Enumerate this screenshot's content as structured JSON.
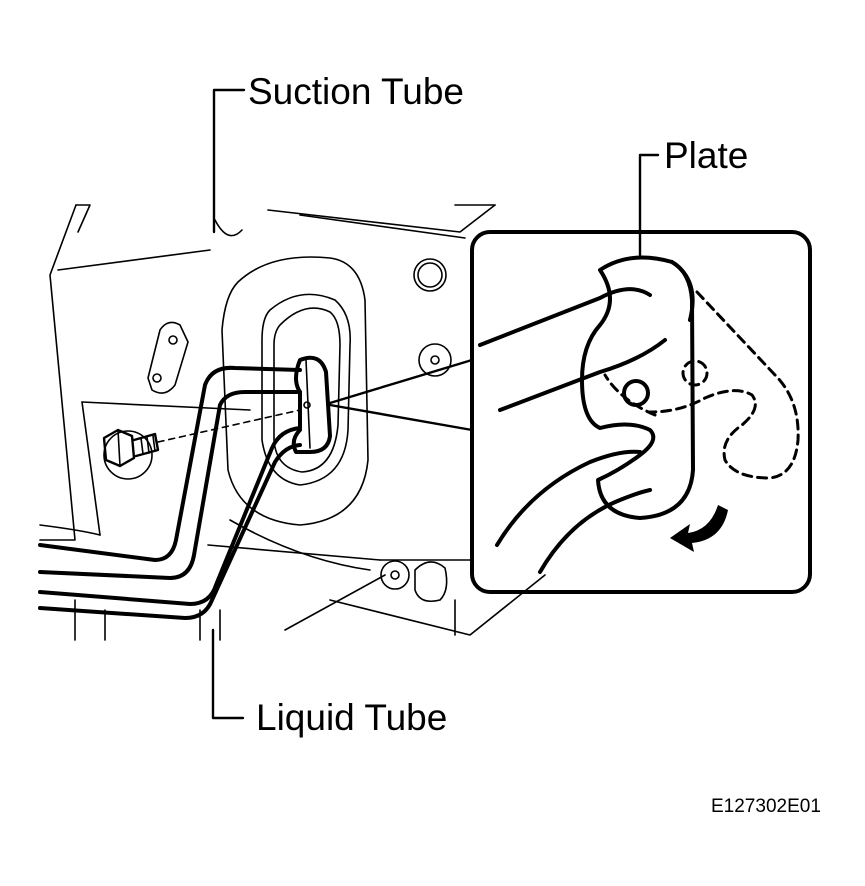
{
  "labels": {
    "suction_tube": "Suction Tube",
    "plate": "Plate",
    "liquid_tube": "Liquid Tube"
  },
  "figure_code": "E127302E01",
  "colors": {
    "line": "#000000",
    "background": "#ffffff"
  }
}
